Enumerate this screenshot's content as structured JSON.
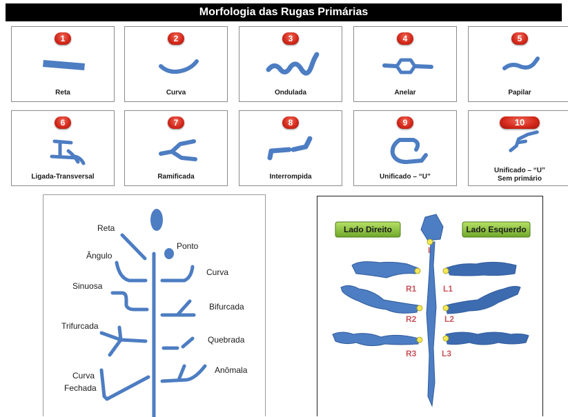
{
  "title": "Morfologia das Rugas Primárias",
  "cards": [
    {
      "num": "1",
      "label": "Reta"
    },
    {
      "num": "2",
      "label": "Curva"
    },
    {
      "num": "3",
      "label": "Ondulada"
    },
    {
      "num": "4",
      "label": "Anelar"
    },
    {
      "num": "5",
      "label": "Papilar"
    },
    {
      "num": "6",
      "label": "Ligada-Transversal"
    },
    {
      "num": "7",
      "label": "Ramificada"
    },
    {
      "num": "8",
      "label": "Interrompida"
    },
    {
      "num": "9",
      "label": "Unificado – “U”"
    },
    {
      "num": "10",
      "label": "Unificado – “U”",
      "label2": "Sem primário"
    }
  ],
  "left_diagram": {
    "labels": {
      "reta": "Reta",
      "ponto": "Ponto",
      "angulo": "Ângulo",
      "curva": "Curva",
      "sinuosa": "Sinuosa",
      "bifurcada": "Bifurcada",
      "trifurcada": "Trifurcada",
      "quebrada": "Quebrada",
      "anomala": "Anômala",
      "curva_fechada_1": "Curva",
      "curva_fechada_2": "Fechada"
    }
  },
  "right_diagram": {
    "lado_direito": "Lado Direito",
    "lado_esquerdo": "Lado Esquerdo",
    "incisive": "I",
    "r1": "R1",
    "r2": "R2",
    "r3": "R3",
    "l1": "L1",
    "l2": "L2",
    "l3": "L3"
  },
  "colors": {
    "rugae": "#4d7dc2",
    "badge": "#d52a1c",
    "side_button": "#8cc43c",
    "marker": "#f2e85a"
  }
}
